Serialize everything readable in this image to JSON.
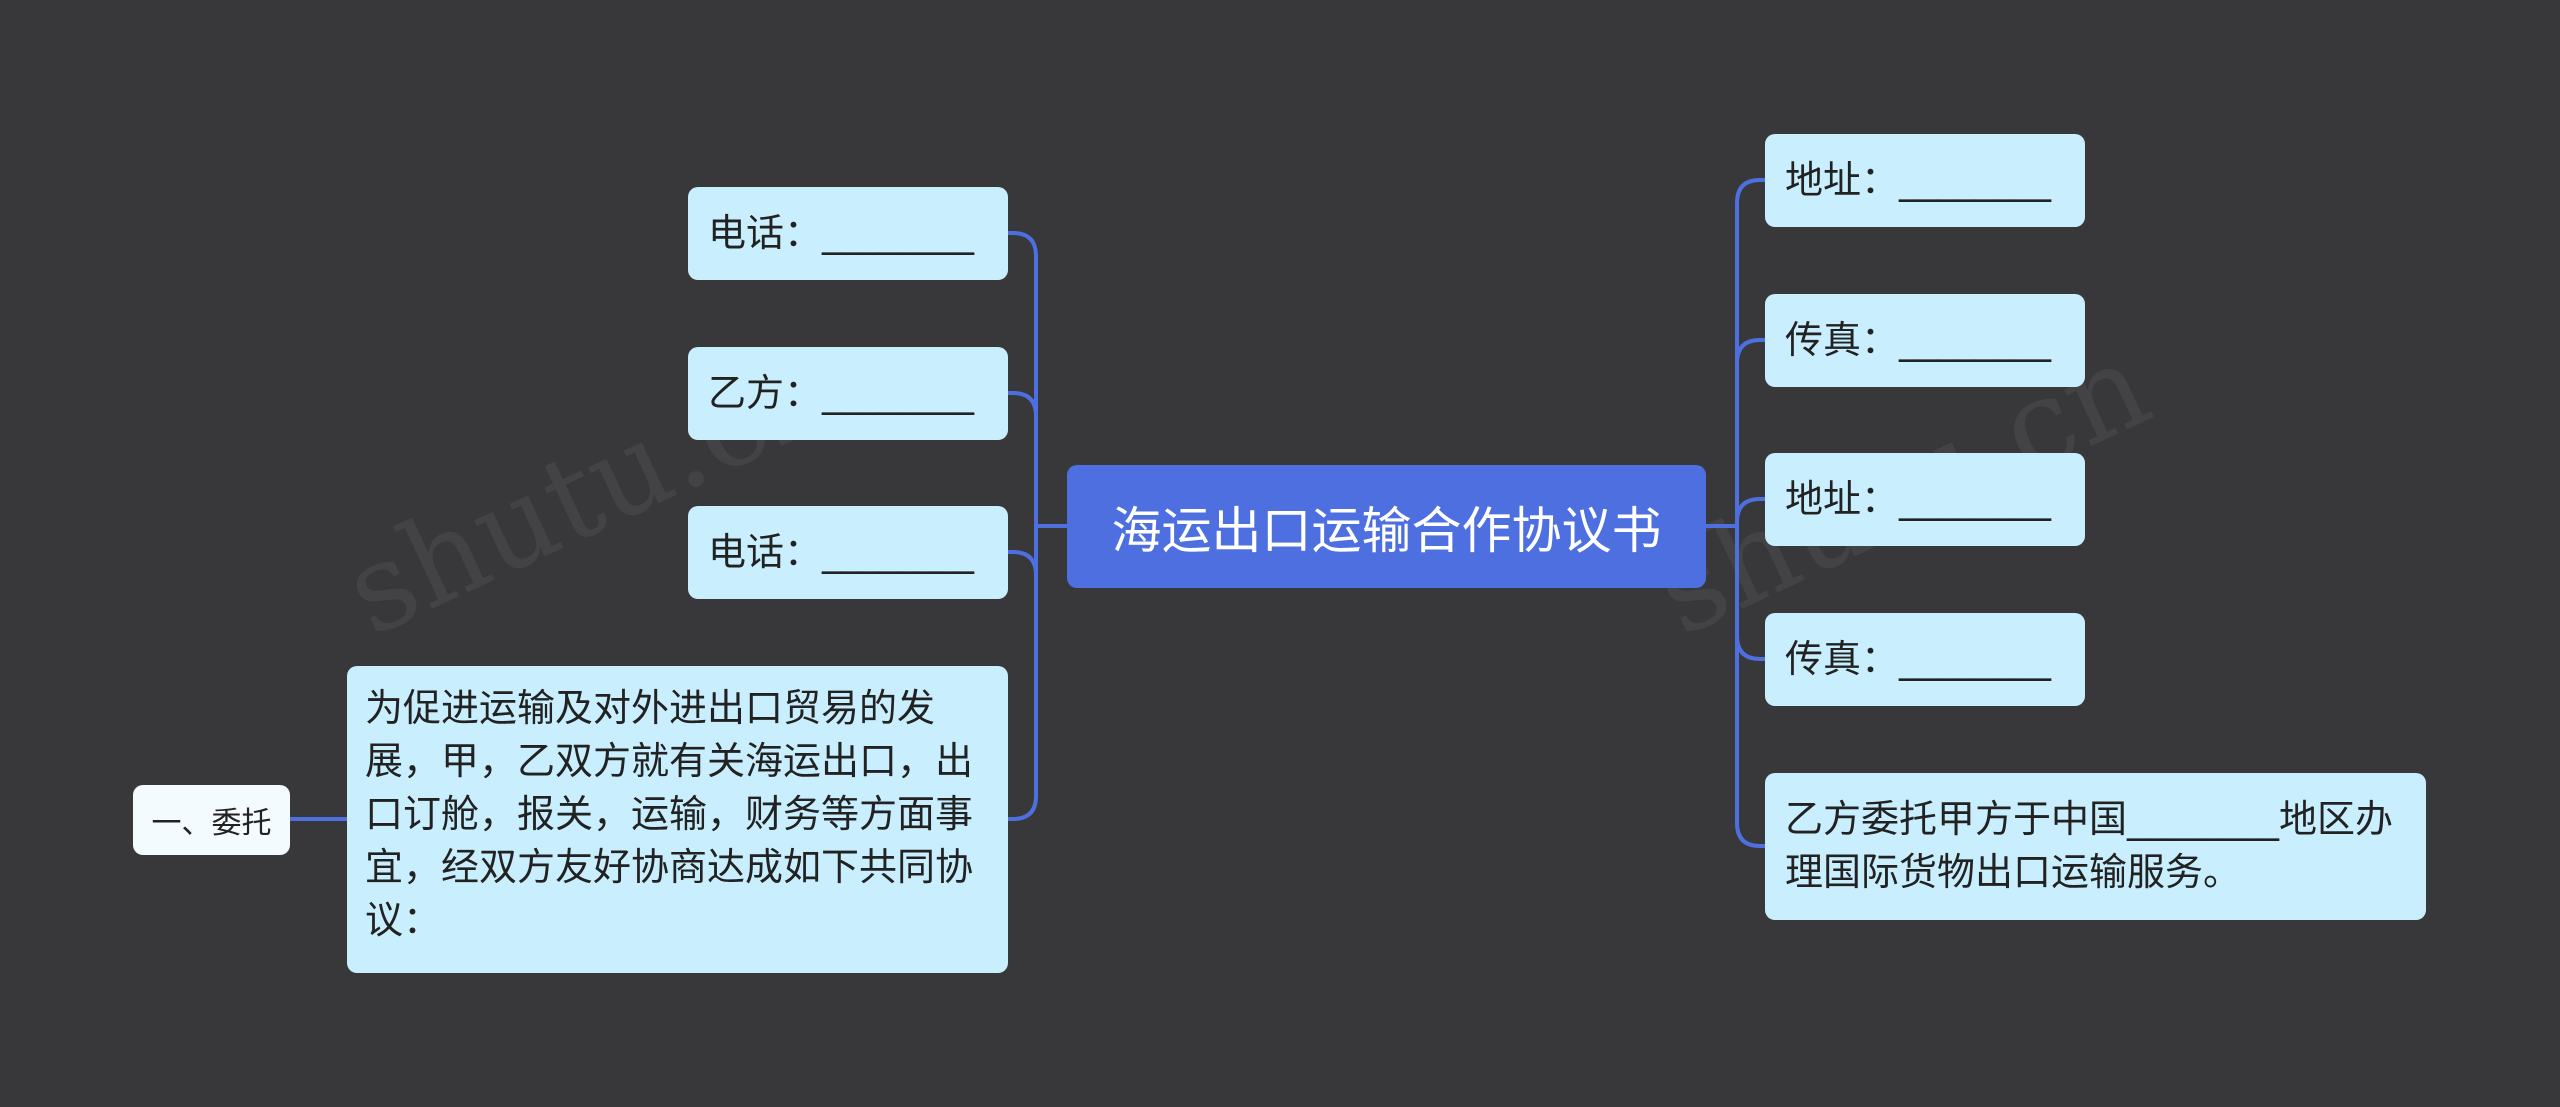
{
  "colors": {
    "background": "#38373a",
    "root_fill": "#4e6fe0",
    "node_fill": "#c9efff",
    "sub_fill": "#f4fbff",
    "connector": "#4e6fe0"
  },
  "root": {
    "label": "海运出口运输合作协议书"
  },
  "left_nodes": [
    {
      "label": "电话：________"
    },
    {
      "label": "乙方：________"
    },
    {
      "label": "电话：________"
    },
    {
      "label": "为促进运输及对外进出口贸易的发展，甲，乙双方就有关海运出口，出口订舱，报关，运输，财务等方面事宜，经双方友好协商达成如下共同协议："
    }
  ],
  "left_sub": {
    "label": "一、委托"
  },
  "right_nodes": [
    {
      "label": "地址：________"
    },
    {
      "label": "传真：________"
    },
    {
      "label": "地址：________"
    },
    {
      "label": "传真：________"
    },
    {
      "label": "乙方委托甲方于中国________地区办理国际货物出口运输服务。"
    }
  ],
  "watermarks": [
    "shutu.cn",
    "shutu.cn"
  ]
}
